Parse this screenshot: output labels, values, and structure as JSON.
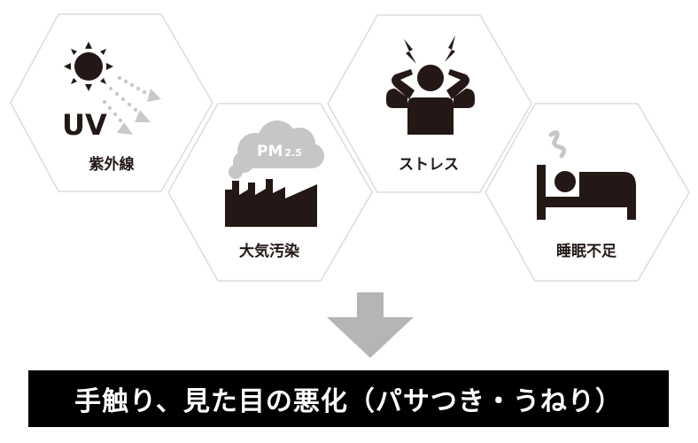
{
  "hexagons": [
    {
      "id": "uv",
      "label": "紫外線",
      "icon": "sun-rays-icon",
      "icon_text": "UV"
    },
    {
      "id": "air",
      "label": "大気汚染",
      "icon": "factory-smog-icon",
      "icon_text": "PM",
      "icon_sub": "2.5"
    },
    {
      "id": "stress",
      "label": "ストレス",
      "icon": "stressed-person-icon"
    },
    {
      "id": "sleep",
      "label": "睡眠不足",
      "icon": "sleeping-bed-icon"
    }
  ],
  "arrow": {
    "icon": "down-arrow-icon",
    "color": "#b5b5b5"
  },
  "banner": {
    "text": "手触り、見た目の悪化（パサつき・うねり）"
  },
  "colors": {
    "icon": "#231815",
    "hex_border": "#dcdcdc",
    "banner_bg": "#000000",
    "banner_text": "#ffffff"
  }
}
